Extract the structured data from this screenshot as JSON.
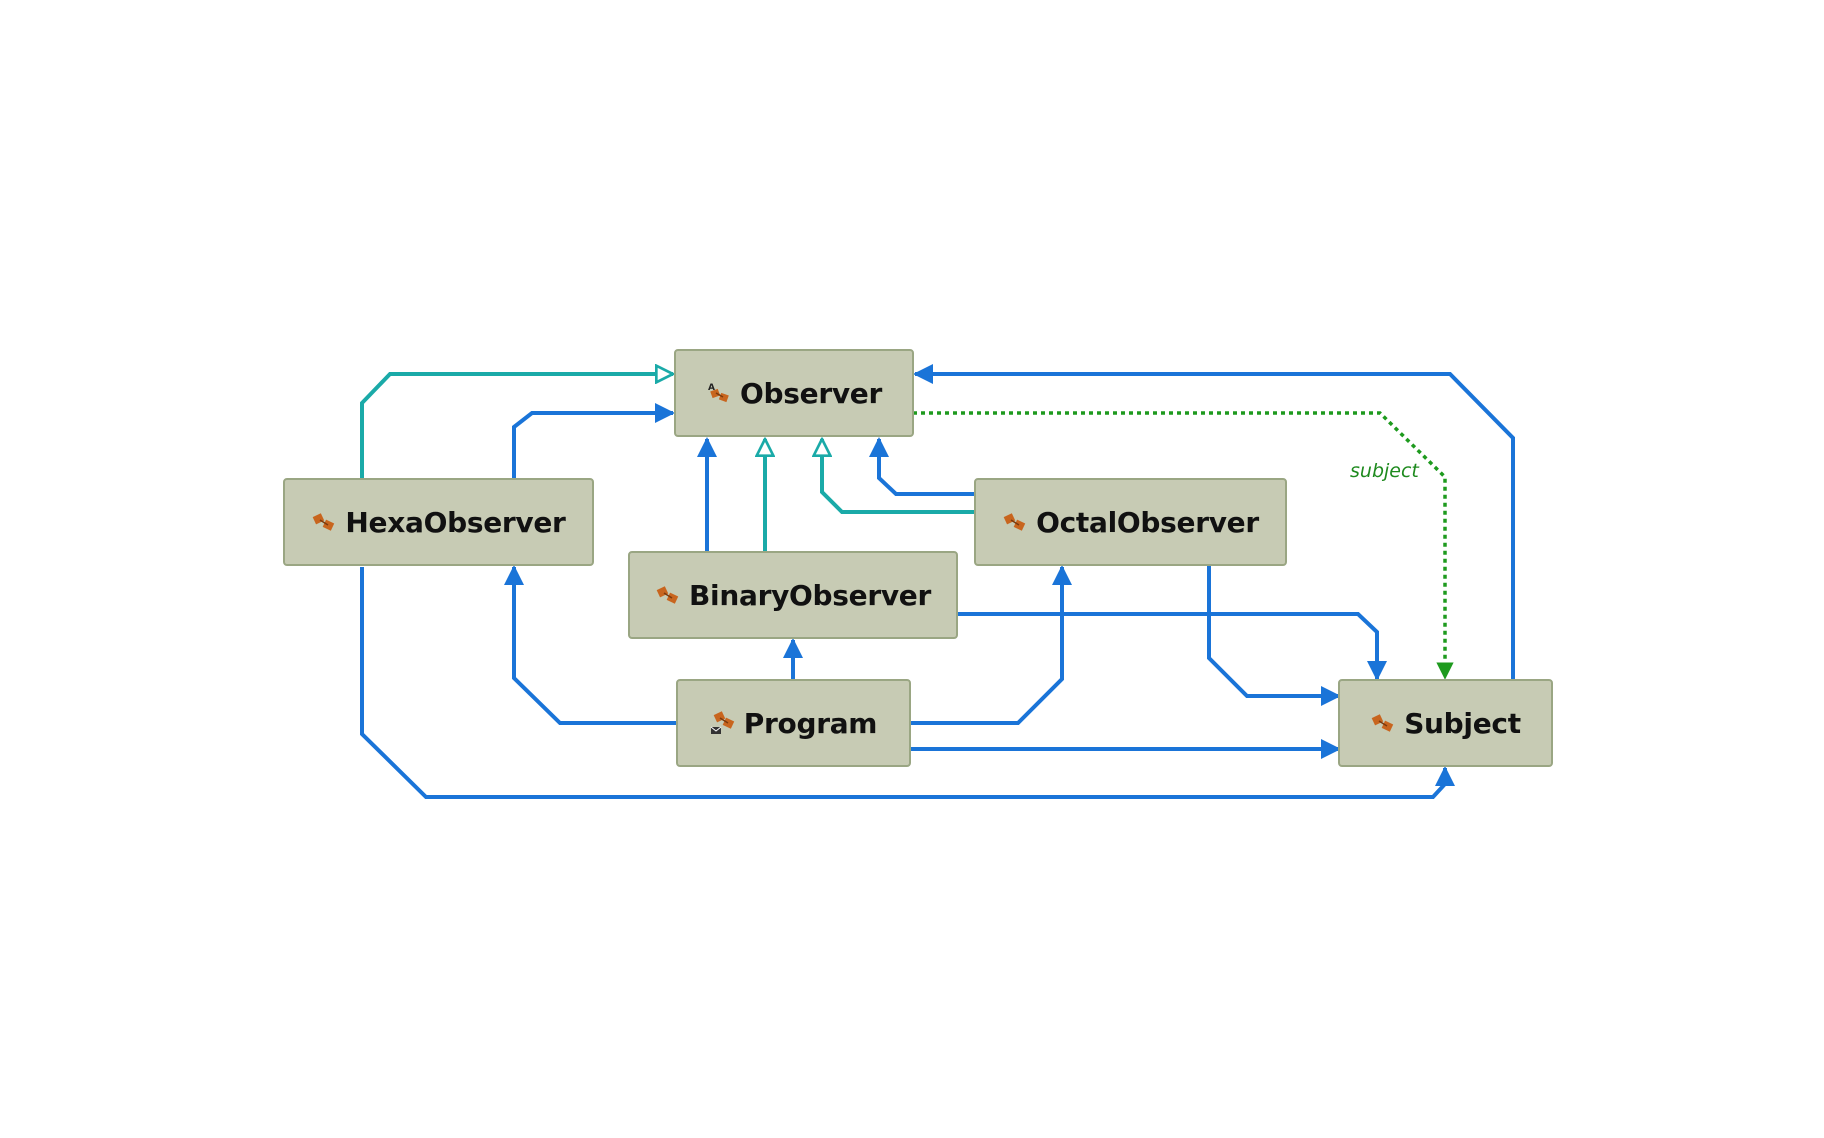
{
  "colors": {
    "association": "#1a74d8",
    "generalization": "#1aaaa8",
    "dependency_dashed": "#1e9a1e",
    "node_fill": "#c7cbb4",
    "node_border": "#9aa683",
    "icon_orange": "#c8651e"
  },
  "nodes": {
    "observer": {
      "label": "Observer",
      "icon": "abstract-class-icon"
    },
    "hexa": {
      "label": "HexaObserver",
      "icon": "class-icon"
    },
    "binary": {
      "label": "BinaryObserver",
      "icon": "class-icon"
    },
    "octal": {
      "label": "OctalObserver",
      "icon": "class-icon"
    },
    "program": {
      "label": "Program",
      "icon": "static-class-icon"
    },
    "subject": {
      "label": "Subject",
      "icon": "class-icon"
    }
  },
  "edge_labels": {
    "subject": "subject"
  }
}
